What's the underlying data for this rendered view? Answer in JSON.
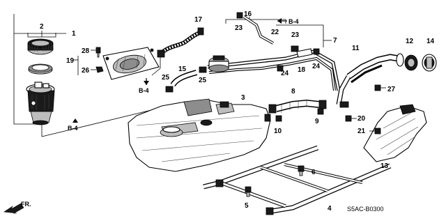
{
  "diagram": {
    "code": "S5AC-B0300",
    "front_label": "FR.",
    "ref_labels": {
      "b4_a": "B-4",
      "b4_b": "B-4",
      "b4_c": "B-4"
    },
    "callouts": {
      "c1": "1",
      "c2": "2",
      "c3": "3",
      "c4": "4",
      "c5": "5",
      "c6": "6",
      "c7": "7",
      "c8": "8",
      "c9": "9",
      "c10": "10",
      "c11": "11",
      "c12": "12",
      "c13": "13",
      "c14": "14",
      "c15": "15",
      "c16": "16",
      "c17": "17",
      "c18": "18",
      "c19": "19",
      "c20": "20",
      "c21": "21",
      "c22": "22",
      "c23a": "23",
      "c23b": "23",
      "c24a": "24",
      "c24b": "24",
      "c25a": "25",
      "c25b": "25",
      "c26": "26",
      "c27": "27",
      "c28": "28"
    }
  }
}
